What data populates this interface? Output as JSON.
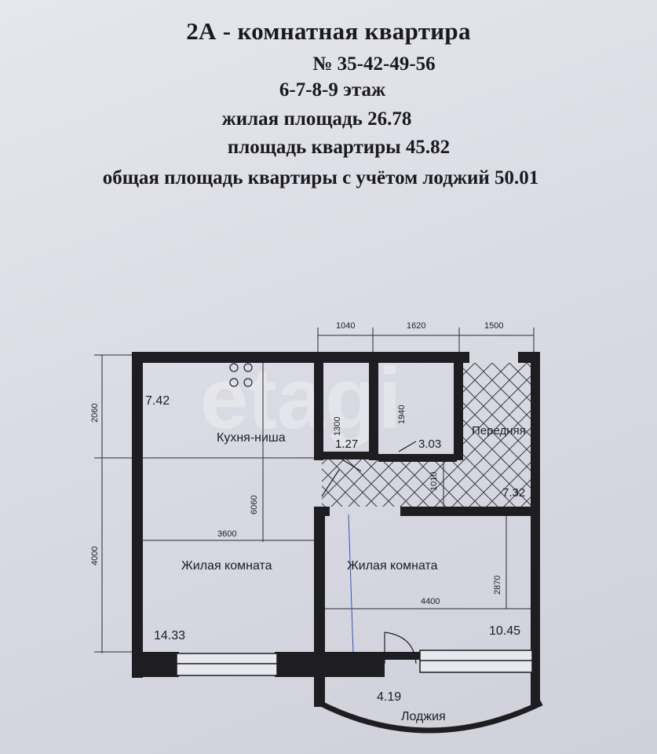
{
  "header": {
    "title": "2А - комнатная квартира",
    "numbers": "№ 35-42-49-56",
    "floors": "6-7-8-9 этаж",
    "living_area": "жилая площадь 26.78",
    "apartment_area": "площадь квартиры 45.82",
    "total_area": "общая площадь квартиры с учётом лоджий 50.01"
  },
  "watermark": "etagi",
  "plan": {
    "rooms": [
      {
        "name": "Кухня-ниша",
        "area": "7.42"
      },
      {
        "name": "",
        "area": "1.27"
      },
      {
        "name": "",
        "area": "3.03"
      },
      {
        "name": "Передняя",
        "area": "7.32"
      },
      {
        "name": "Жилая комната",
        "area": "14.33"
      },
      {
        "name": "Жилая комната",
        "area": "10.45"
      },
      {
        "name": "Лоджия",
        "area": "4.19"
      }
    ],
    "dimensions": {
      "top": [
        "1040",
        "1620",
        "1500"
      ],
      "left": [
        "2060",
        "4000"
      ],
      "inner": [
        "1300",
        "1940",
        "1010",
        "6060",
        "3600",
        "4400",
        "2870"
      ]
    }
  },
  "colors": {
    "wall": "#1e1e22",
    "paper": "#dcdde6",
    "hatch": "#3a3a40"
  }
}
